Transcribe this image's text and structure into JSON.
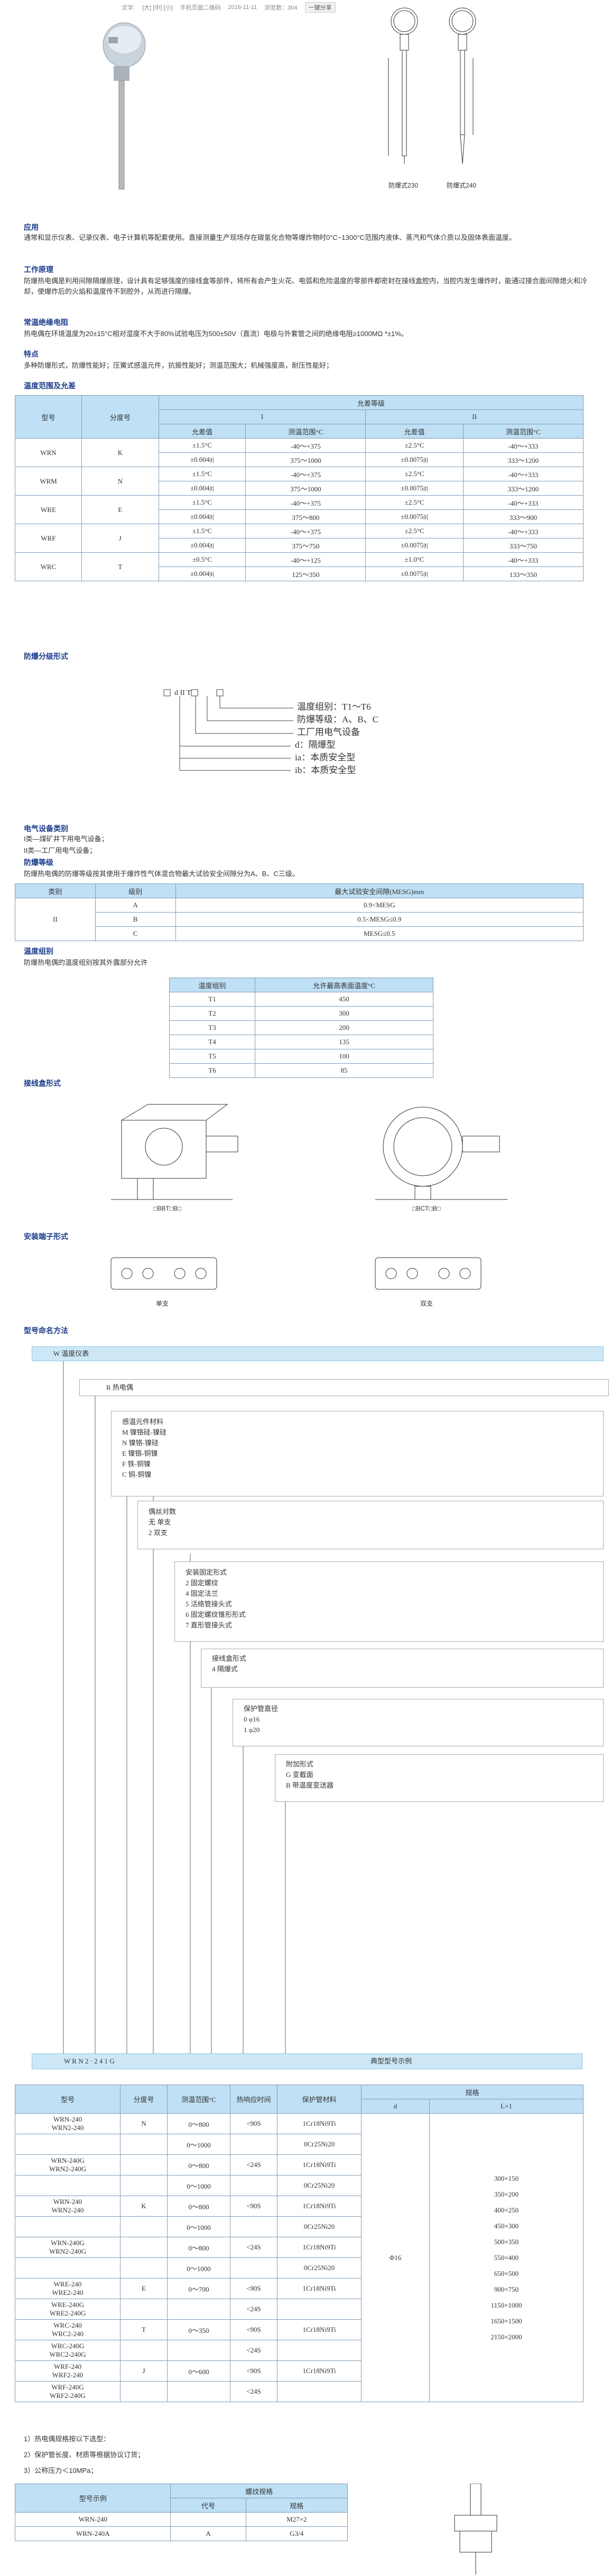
{
  "meta": {
    "author": "文字:",
    "font_size": "[大] [中] [小]",
    "mobile": "手机页面二维码",
    "date": "2016-11-11",
    "views": "浏览数：304",
    "share": "一键分享"
  },
  "images": {
    "caption1": "防爆式230",
    "caption2": "防爆式240"
  },
  "sections": {
    "use_title": "应用",
    "use_text": "通常和显示仪表、记录仪表、电子计算机等配套使用。直接测量生产现场存在碳氢化合物等爆炸物时0°C~1300°C范围内液体、蒸汽和气体介质以及固体表面温度。",
    "principle_title": "工作原理",
    "principle_text_1": "防爆热电偶是利用间隙隔爆原理，设计具有足够强度的接线盒等部件，将所有会产生火花、电弧和危险温度的零部件都密封在接线盒腔内，当腔内发生爆炸时，能通过接合面间隙熄火和冷却，使爆炸后的火焰和温度传不到腔外，从而进行隔爆。",
    "specs_title": "常温绝缘电阻",
    "specs_text": "热电偶在环境温度为20±15°C相对湿度不大于80%试验电压为500±50V（直流）电极与外套管之间的绝缘电阻≥1000MΩ *±1%。",
    "feature_title": "特点",
    "feature_text": "多种防爆形式，防爆性能好；压簧式感温元件，抗振性能好；测温范围大；机械强度高，耐压性能好；",
    "temp_title": "温度范围及允差",
    "exmark_title": "防爆分级形式",
    "elec_title": "电气设备类别",
    "elec_1": "I类—煤矿井下用电气设备；",
    "elec_2": "II类—工厂用电气设备；",
    "grade_title": "防爆等级",
    "grade_text": "防爆热电偶的防爆等级按其使用于爆炸性气体混合物最大试验安全间隙分为A、B、C三级。",
    "group_title": "温度组别",
    "group_text": "防爆热电偶的温度组别按其外露部分允许",
    "wiring_title": "接线盒形式",
    "terminal_title": "安装端子形式",
    "naming_title": "型号命名方法",
    "notes_1": "1）热电偶规格按以下选型：",
    "notes_2": "2）保护管长度、材质等根据协议订货；",
    "notes_3": "3）公称压力＜10MPa；"
  },
  "exmark": {
    "code": "d  II  T",
    "l1": "温度组别：T1～T6",
    "l2": "防爆等级：A、B、C",
    "l3": "工厂用电气设备",
    "l4": "d：隔爆型",
    "l5": "ia：本质安全型",
    "l6": "ib：本质安全型"
  },
  "temp_table": {
    "h_model": "型号",
    "h_index": "分度号",
    "h_grade": "允差等级",
    "h_I": "I",
    "h_II": "II",
    "h_tol": "允差值",
    "h_range": "测温范围°C",
    "rows": [
      {
        "model": "WRN",
        "idx": "K",
        "a": [
          "±1.5°C",
          "-40～+375",
          "±2.5°C",
          "-40～+333"
        ],
        "b": [
          "±0.004|t|",
          "375～1000",
          "±0.0075|t|",
          "333～1200"
        ]
      },
      {
        "model": "WRM",
        "idx": "N",
        "a": [
          "±1.5°C",
          "-40～+375",
          "±2.5°C",
          "-40～+333"
        ],
        "b": [
          "±0.004|t|",
          "375～1000",
          "±0.0075|t|",
          "333～1200"
        ]
      },
      {
        "model": "WRE",
        "idx": "E",
        "a": [
          "±1.5°C",
          "-40～+375",
          "±2.5°C",
          "-40～+333"
        ],
        "b": [
          "±0.004|t|",
          "375～800",
          "±0.0075|t|",
          "333～900"
        ]
      },
      {
        "model": "WRF",
        "idx": "J",
        "a": [
          "±1.5°C",
          "-40～+375",
          "±2.5°C",
          "-40～+333"
        ],
        "b": [
          "±0.004|t|",
          "375～750",
          "±0.0075|t|",
          "333～750"
        ]
      },
      {
        "model": "WRC",
        "idx": "T",
        "a": [
          "±0.5°C",
          "-40～+125",
          "±1.0°C",
          "-40～+333"
        ],
        "b": [
          "±0.004|t|",
          "125～350",
          "±0.0075|t|",
          "133～350"
        ]
      }
    ]
  },
  "grade_table": {
    "h_cat": "类别",
    "h_grade": "级别",
    "h_gap": "最大试验安全间隙(MESG)mm",
    "cat": "II",
    "rows": [
      [
        "A",
        "0.9<MESG"
      ],
      [
        "B",
        "0.5<MESG≤0.9"
      ],
      [
        "C",
        "MESG≤0.5"
      ]
    ]
  },
  "group_table": {
    "h1": "温度组别",
    "h2": "允许最高表面温度°C",
    "rows": [
      [
        "T1",
        "450"
      ],
      [
        "T2",
        "300"
      ],
      [
        "T3",
        "200"
      ],
      [
        "T4",
        "135"
      ],
      [
        "T5",
        "100"
      ],
      [
        "T6",
        "85"
      ]
    ]
  },
  "diagrams": {
    "box1_label": "□BBT□B□",
    "box2_label": "□BCT□B□",
    "term1": "单支",
    "term2": "双支"
  },
  "naming": {
    "top": "W   温度仪表",
    "b1": "R  热电偶",
    "b2_title": "感温元件材料",
    "b2_items": [
      "M  镍铬硅-镍硅",
      "N  镍铬-镍硅",
      "E  镍铬-铜镍",
      "F  铁-铜镍",
      "C  铜-铜镍"
    ],
    "b3_title": "偶丝对数",
    "b3_items": [
      "无  单支",
      "2  双支"
    ],
    "b4_title": "安装固定形式",
    "b4_items": [
      "2  固定螺纹",
      "4  固定法兰",
      "5  活络管接头式",
      "6  固定螺纹锥形形式",
      "7  直形管接头式"
    ],
    "b5_title": "接线盒形式",
    "b5_items": [
      "4  隔爆式"
    ],
    "b6_title": "保护管直径",
    "b6_items": [
      "0  φ16",
      "1  φ20"
    ],
    "b7_title": "附加形式",
    "b7_items": [
      "G  变截面",
      "B  带温度变送器"
    ],
    "bottom_code": "W     R     N    2    ·    2     4     1     G",
    "bottom_label": "典型型号示例"
  },
  "sel_table": {
    "h_model": "型号",
    "h_index": "分度号",
    "h_range": "测温范围°C",
    "h_time": "热响应时间",
    "h_mat": "保护管材料",
    "h_spec": "规格",
    "h_d": "d",
    "h_l": "L×1",
    "d_val": "Φ16",
    "l_vals": [
      "300×150",
      "350×200",
      "400×250",
      "450×300",
      "500×350",
      "550×400",
      "650×500",
      "900×750",
      "1150×1000",
      "1650×1500",
      "2150×2000"
    ],
    "rows": [
      [
        "WRN-240\nWRN2-240",
        "N",
        "0～800",
        "<90S",
        "1Cr18Ni9Ti"
      ],
      [
        "",
        "",
        "0～1000",
        "",
        "0Cr25Ni20"
      ],
      [
        "WRN-240G\nWRN2-240G",
        "",
        "0～800",
        "<24S",
        "1Cr18Ni9Ti"
      ],
      [
        "",
        "",
        "0～1000",
        "",
        "0Cr25Ni20"
      ],
      [
        "WRN-240\nWRN2-240",
        "K",
        "0～800",
        "<90S",
        "1Cr18Ni9Ti"
      ],
      [
        "",
        "",
        "0～1000",
        "",
        "0Cr25Ni20"
      ],
      [
        "WRN-240G\nWRN2-240G",
        "",
        "0～800",
        "<24S",
        "1Cr18Ni9Ti"
      ],
      [
        "",
        "",
        "0～1000",
        "",
        "0Cr25Ni20"
      ],
      [
        "WRE-240\nWRE2-240",
        "E",
        "0～700",
        "<90S",
        "1Cr18Ni9Ti"
      ],
      [
        "WRE-240G\nWRE2-240G",
        "",
        "",
        "<24S",
        ""
      ],
      [
        "WRC-240\nWRC2-240",
        "T",
        "0～350",
        "<90S",
        "1Cr18Ni9Ti"
      ],
      [
        "WRC-240G\nWRC2-240G",
        "",
        "",
        "<24S",
        ""
      ],
      [
        "WRF-240\nWRF2-240",
        "J",
        "0～600",
        "<90S",
        "1Cr18Ni9Ti"
      ],
      [
        "WRF-240G\nWRF2-240G",
        "",
        "",
        "<24S",
        ""
      ]
    ]
  },
  "example_table": {
    "h1": "型号示例",
    "h2": "螺纹规格",
    "h_code": "代号",
    "h_spec": "规格",
    "rows": [
      [
        "WRN-240",
        "",
        "M27×2"
      ],
      [
        "WRN-240A",
        "A",
        "G3/4"
      ]
    ]
  }
}
